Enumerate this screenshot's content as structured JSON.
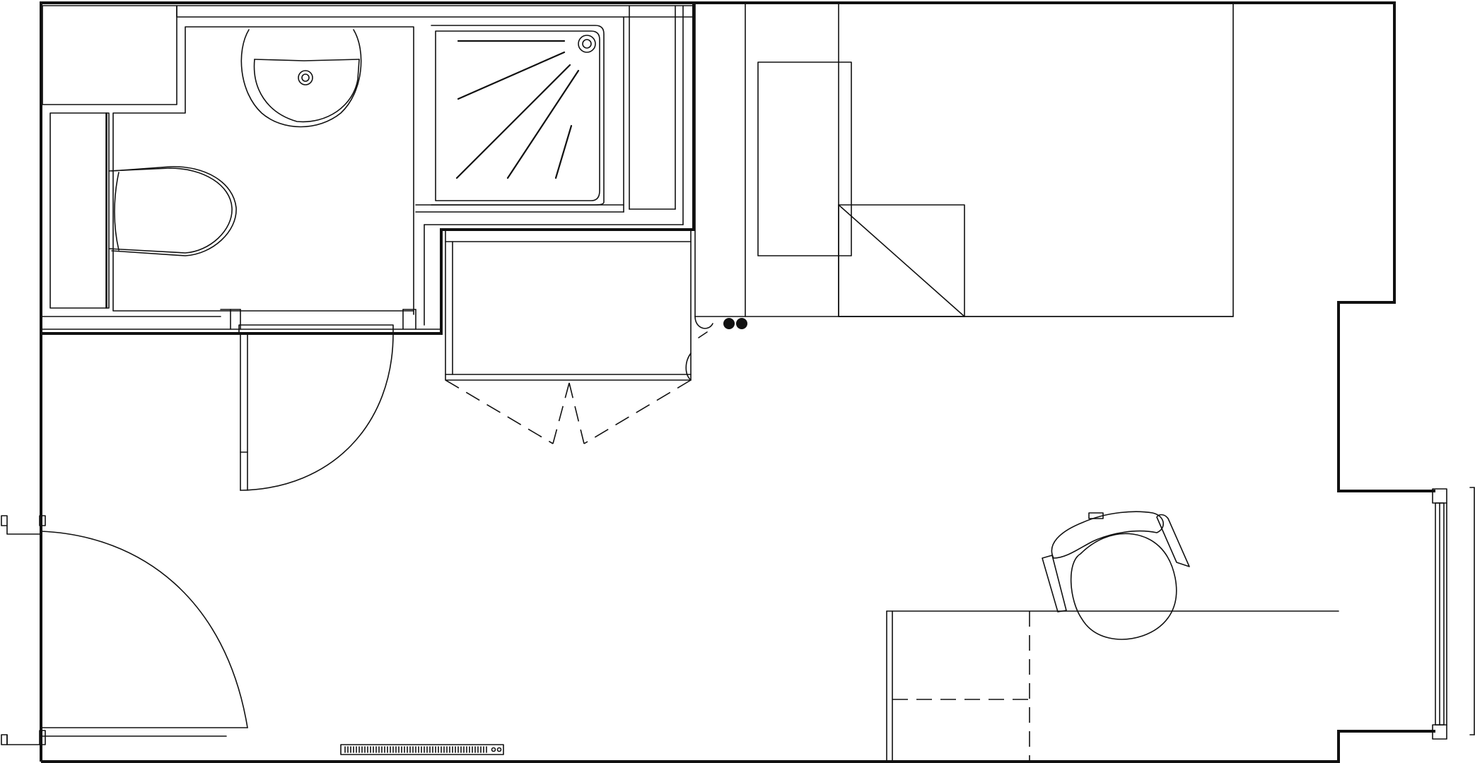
{
  "drawing": {
    "kind": "floor-plan",
    "labels": [],
    "line_color": "#111111",
    "background": "#ffffff",
    "rooms": [
      "bathroom",
      "bedroom"
    ],
    "fixtures": [
      "toilet",
      "washbasin",
      "shower-tray",
      "wardrobe",
      "bed",
      "desk",
      "office-chair",
      "radiator",
      "window",
      "entrance-door",
      "bathroom-door"
    ]
  }
}
